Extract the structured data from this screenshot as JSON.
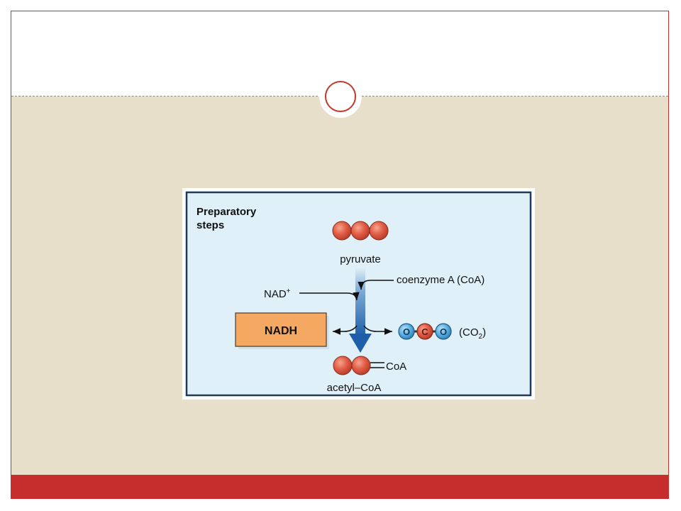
{
  "diagram": {
    "section_label_line1": "Preparatory",
    "section_label_line2": "steps",
    "pyruvate_label": "pyruvate",
    "nad_label": "NAD",
    "nad_superscript": "+",
    "coenzyme_label": "coenzyme A (CoA)",
    "nadh_label": "NADH",
    "co2_atom_1": "O",
    "co2_atom_2": "C",
    "co2_atom_3": "O",
    "co2_label_prefix": "(CO",
    "co2_subscript": "2",
    "co2_label_suffix": ")",
    "coa_label": "CoA",
    "acetyl_coa_label": "acetyl–CoA"
  },
  "colors": {
    "accent_red": "#c62d2d",
    "slide_background": "#e7dfca",
    "diagram_background": "#dff0f8",
    "carbon_orange": "#e35d47",
    "oxygen_blue": "#5aaee0",
    "nadh_box": "#f5a861",
    "arrow_blue": "#2a6db5"
  }
}
